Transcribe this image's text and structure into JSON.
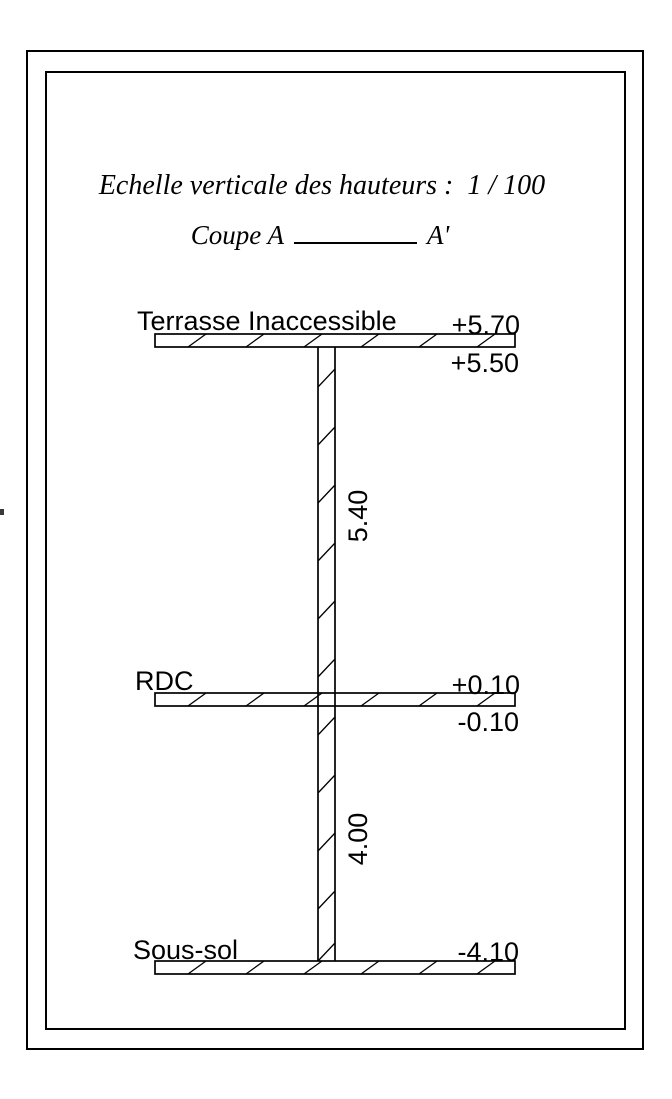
{
  "title_block": {
    "scale_note": "Echelle verticale des hauteurs :  1 / 100",
    "section_label": {
      "prefix": "Coupe A",
      "suffix": "A'"
    }
  },
  "section_drawing": {
    "floors": [
      {
        "name": "Terrasse Inaccessible",
        "level_above": "+5.70",
        "level_below": "+5.50"
      },
      {
        "name": "RDC",
        "level_above": "+0.10",
        "level_below": "-0.10"
      },
      {
        "name": "Sous-sol",
        "level_above": "-4.10",
        "level_below": ""
      }
    ],
    "story_heights": [
      {
        "label": "5.40"
      },
      {
        "label": "4.00"
      }
    ],
    "line_color": "#000000",
    "background": "#ffffff"
  }
}
